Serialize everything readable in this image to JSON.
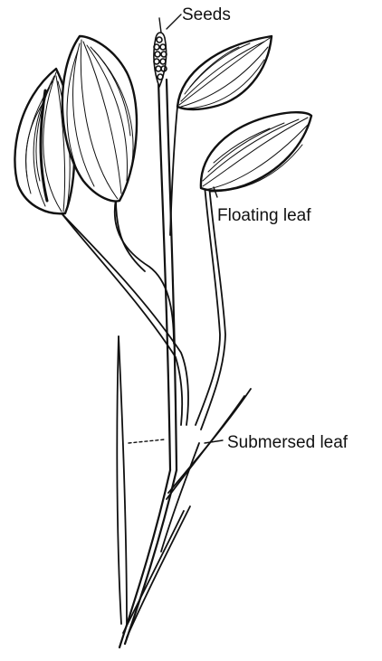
{
  "labels": {
    "seeds": "Seeds",
    "floating_leaf": "Floating leaf",
    "submersed_leaf": "Submersed leaf"
  },
  "colors": {
    "ink": "#111111",
    "background": "#ffffff"
  }
}
